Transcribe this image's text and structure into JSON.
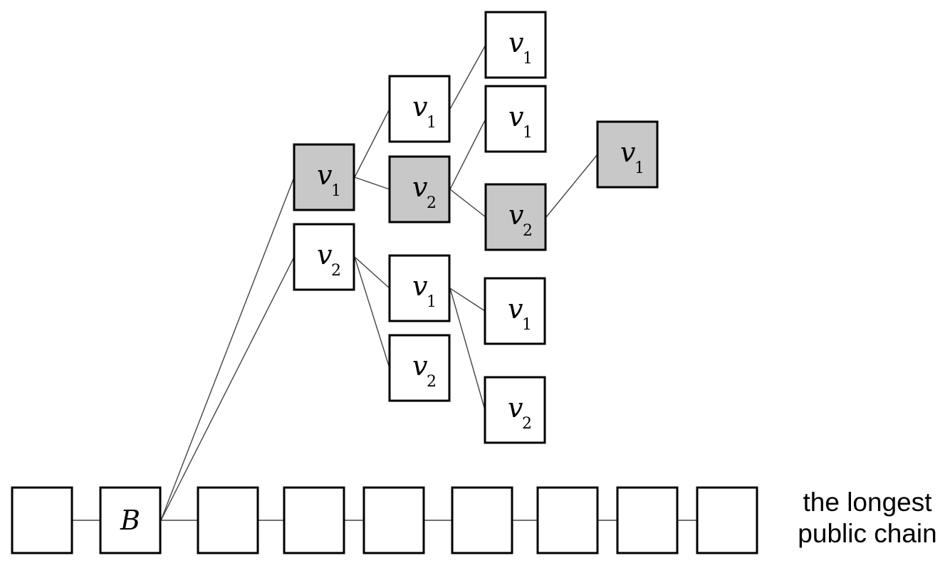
{
  "colors": {
    "selected_fill": "#c8c8c8",
    "default_fill": "#ffffff"
  },
  "chain_label": {
    "line1": "the longest",
    "line2": "public chain"
  },
  "chain": [
    {
      "id": "c0",
      "label": ""
    },
    {
      "id": "c1",
      "label": "B"
    },
    {
      "id": "c2",
      "label": ""
    },
    {
      "id": "c3",
      "label": ""
    },
    {
      "id": "c4",
      "label": ""
    },
    {
      "id": "c5",
      "label": ""
    },
    {
      "id": "c6",
      "label": ""
    },
    {
      "id": "c7",
      "label": ""
    },
    {
      "id": "c8",
      "label": ""
    }
  ],
  "tree": [
    {
      "id": "a1",
      "var": "v",
      "sub": "1",
      "highlighted": true,
      "parent": "c1"
    },
    {
      "id": "a2",
      "var": "v",
      "sub": "2",
      "highlighted": false,
      "parent": "c1"
    },
    {
      "id": "b1",
      "var": "v",
      "sub": "1",
      "highlighted": false,
      "parent": "a1"
    },
    {
      "id": "b2",
      "var": "v",
      "sub": "2",
      "highlighted": true,
      "parent": "a1"
    },
    {
      "id": "b3",
      "var": "v",
      "sub": "1",
      "highlighted": false,
      "parent": "a2"
    },
    {
      "id": "b4",
      "var": "v",
      "sub": "2",
      "highlighted": false,
      "parent": "a2"
    },
    {
      "id": "c1n",
      "var": "v",
      "sub": "1",
      "highlighted": false,
      "parent": "b1"
    },
    {
      "id": "c2n",
      "var": "v",
      "sub": "1",
      "highlighted": false,
      "parent": "b2"
    },
    {
      "id": "c3n",
      "var": "v",
      "sub": "2",
      "highlighted": true,
      "parent": "b2"
    },
    {
      "id": "c4n",
      "var": "v",
      "sub": "1",
      "highlighted": false,
      "parent": "b3"
    },
    {
      "id": "c5n",
      "var": "v",
      "sub": "2",
      "highlighted": false,
      "parent": "b3"
    },
    {
      "id": "d1",
      "var": "v",
      "sub": "1",
      "highlighted": true,
      "parent": "c3n"
    }
  ]
}
